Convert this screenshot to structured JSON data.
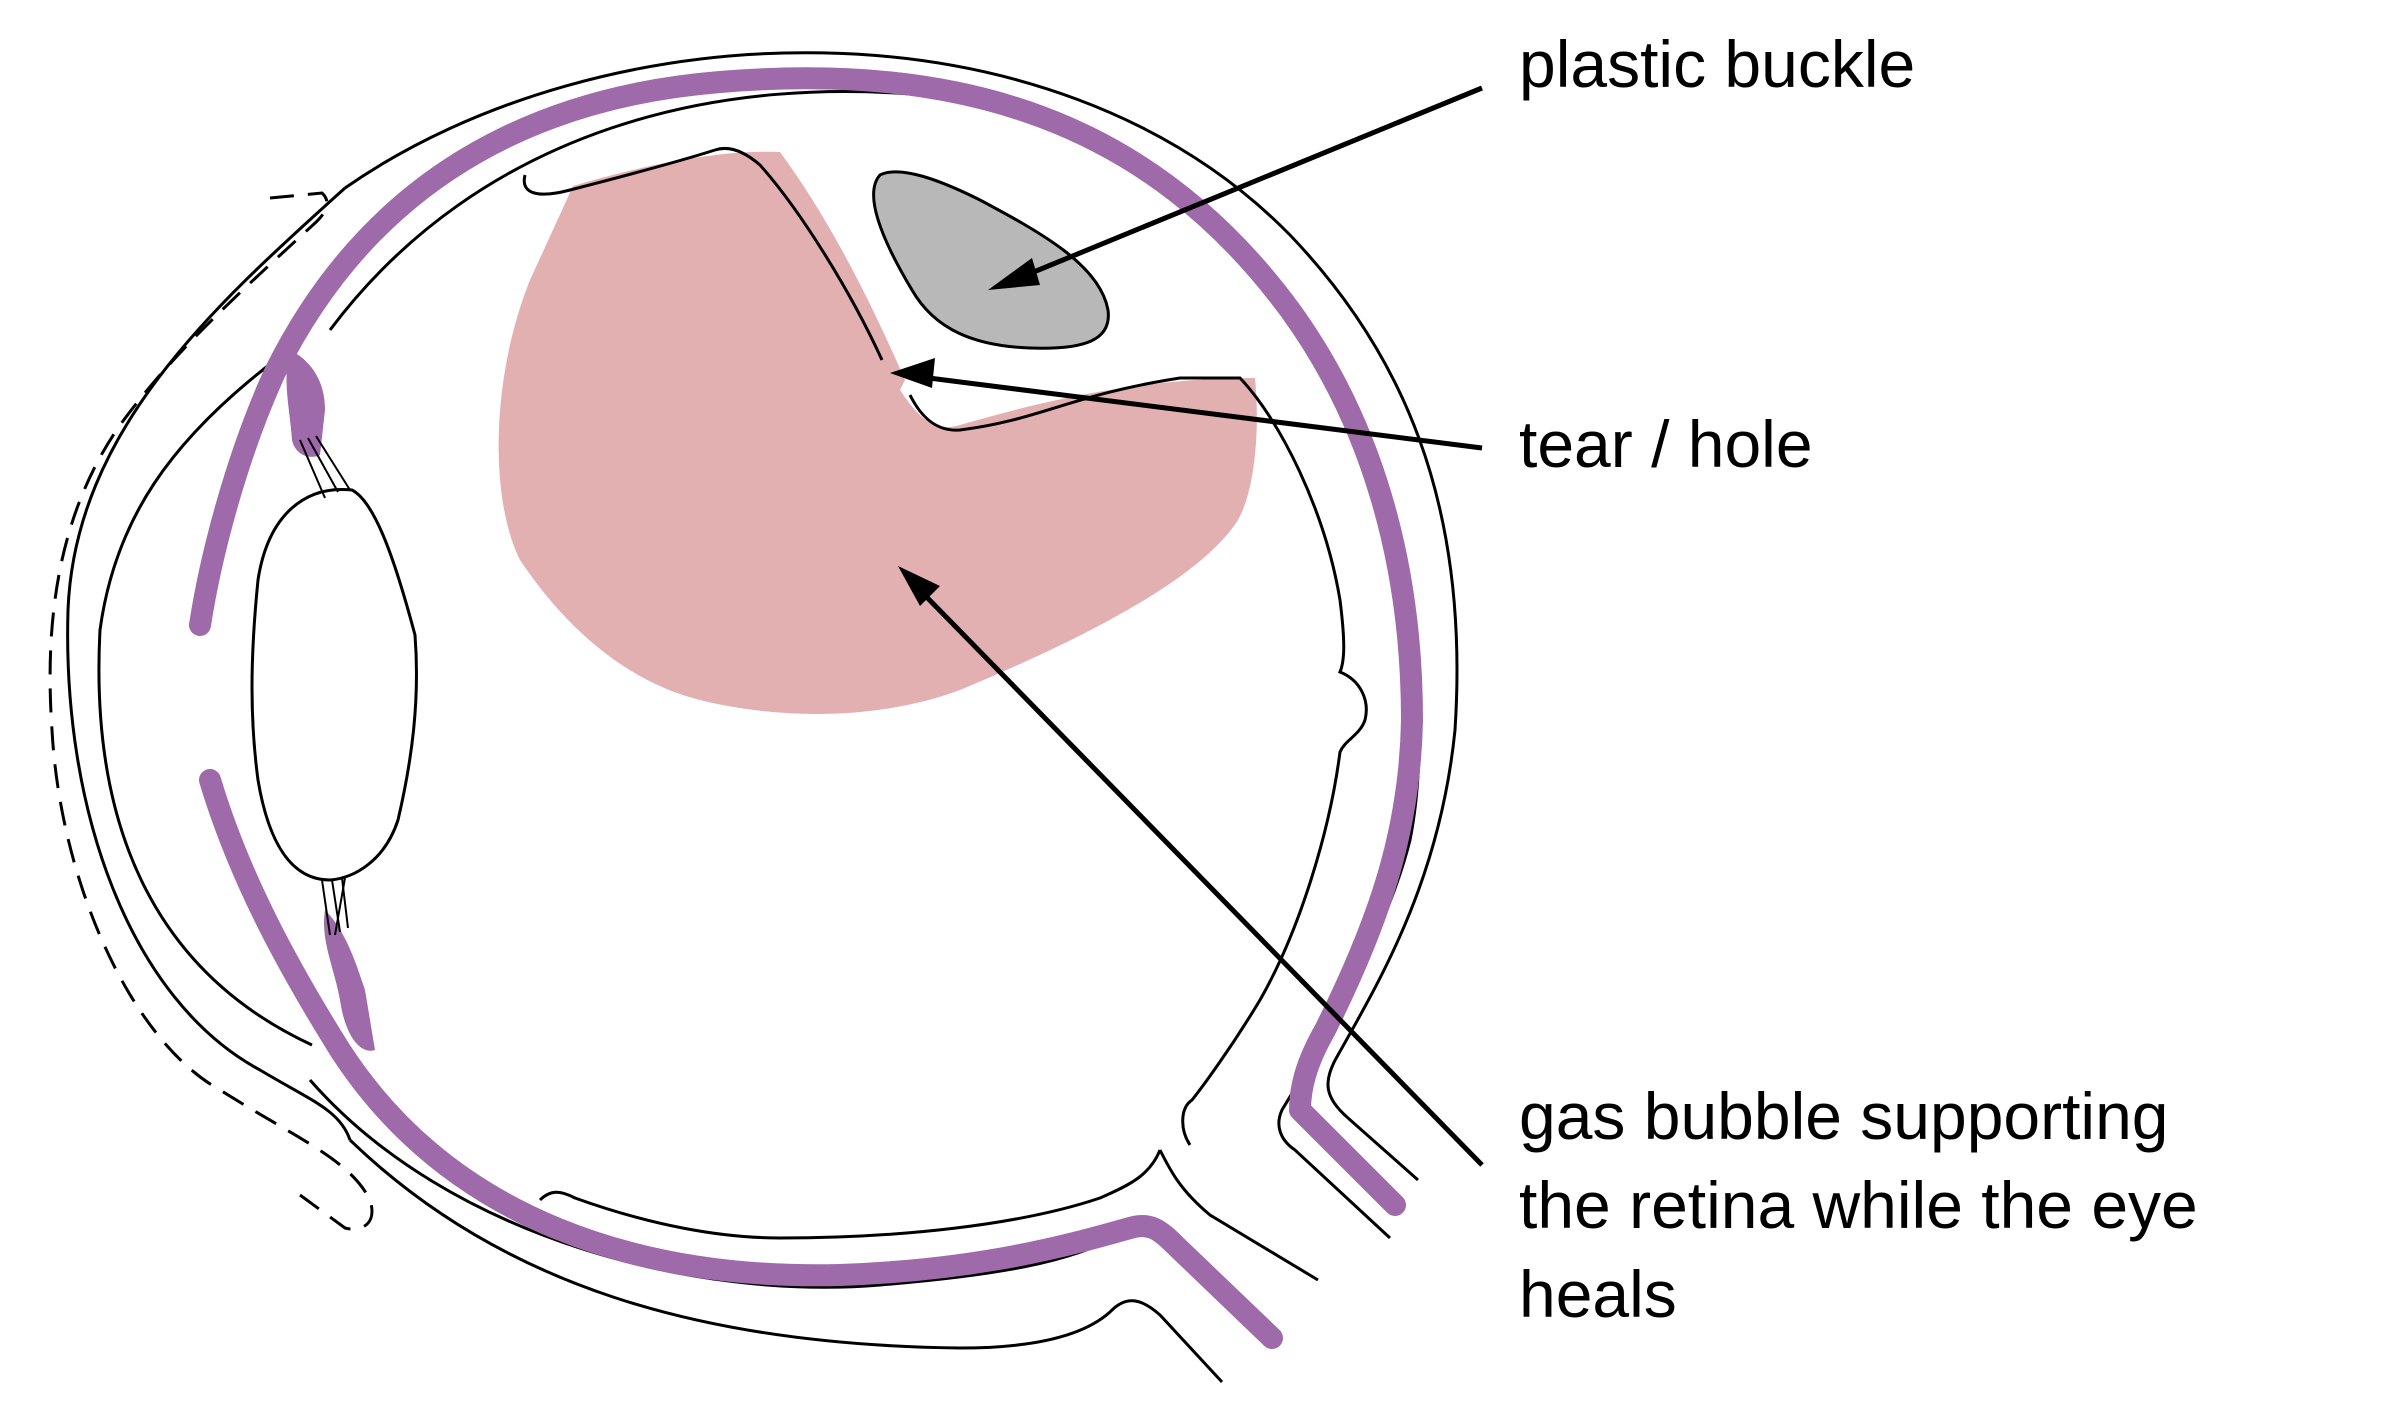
{
  "labels": {
    "plastic_buckle": "plastic buckle",
    "tear_hole": "tear / hole",
    "gas_bubble_line1": "gas bubble supporting",
    "gas_bubble_line2": "the retina while the eye",
    "gas_bubble_line3": "heals"
  },
  "colors": {
    "choroid": "#9e6aa9",
    "gas_bubble": "#e3b0b2",
    "buckle": "#b8b8b8",
    "outline": "#000000",
    "background": "#ffffff"
  }
}
